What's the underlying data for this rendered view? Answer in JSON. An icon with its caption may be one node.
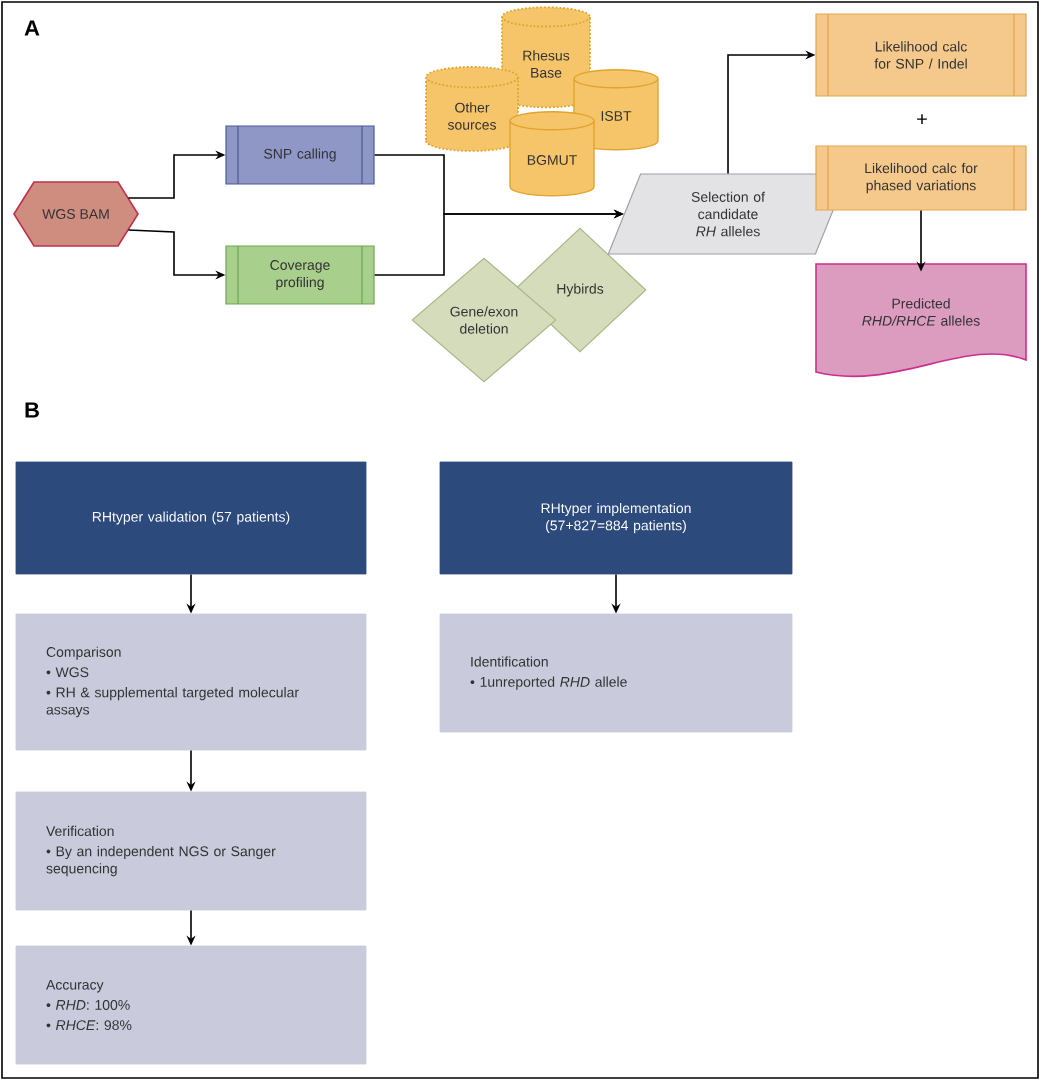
{
  "diagram": {
    "nodes": [
      {
        "text": [
          "WGS BAM"
        ]
      },
      {
        "text": [
          "SNP calling"
        ]
      },
      {
        "text": [
          "Coverage profiling"
        ]
      },
      {
        "text": [
          "Rhesus Base"
        ]
      },
      {
        "text": [
          "Other sources"
        ]
      },
      {
        "text": [
          "ISBT"
        ]
      },
      {
        "text": [
          "BGMUT"
        ]
      },
      {
        "text": [
          "Gene/exon deletion"
        ]
      },
      {
        "text": [
          "Hybirds"
        ]
      },
      {
        "text": [
          "Selection of candidate *RH* alleles"
        ]
      },
      {
        "text": [
          "Likelihood calc for SNP / Indel"
        ]
      },
      {
        "text": [
          "Likelihood calc for phased variations"
        ]
      },
      {
        "text": [
          "Predicted *RHD/RHCE* alleles"
        ]
      },
      {
        "text": [
          "RHtyper validation (57 patients)"
        ]
      },
      {
        "text": [
          "RHtyper implementation (57+827=884 patients)"
        ]
      },
      {
        "text": [
          "Comparison",
          "• WGS",
          "• RH & supplemental targeted molecular assays"
        ]
      },
      {
        "text": [
          "Identification",
          "• 1unreported *RHD* allele"
        ]
      },
      {
        "text": [
          "Verification",
          "• By an independent NGS or Sanger sequencing"
        ]
      },
      {
        "text": [
          "Accuracy",
          "• *RHD*: 100%",
          "• *RHCE*: 98%"
        ]
      }
    ],
    "edges": [
      {
        "from": 0,
        "to": 1,
        "arrow": "to"
      },
      {
        "from": 0,
        "to": 2,
        "arrow": "to"
      },
      {
        "from": 1,
        "to": 9,
        "arrow": "to"
      },
      {
        "from": 2,
        "to": 9,
        "arrow": "to"
      },
      {
        "from": 9,
        "to": 10,
        "arrow": "to"
      },
      {
        "from": 11,
        "to": 12,
        "arrow": "to"
      },
      {
        "from": 13,
        "to": 15,
        "arrow": "to"
      },
      {
        "from": 15,
        "to": 17,
        "arrow": "to"
      },
      {
        "from": 17,
        "to": 18,
        "arrow": "to"
      },
      {
        "from": 14,
        "to": 16,
        "arrow": "to"
      }
    ],
    "labels": [
      "A",
      "+",
      "B"
    ]
  }
}
